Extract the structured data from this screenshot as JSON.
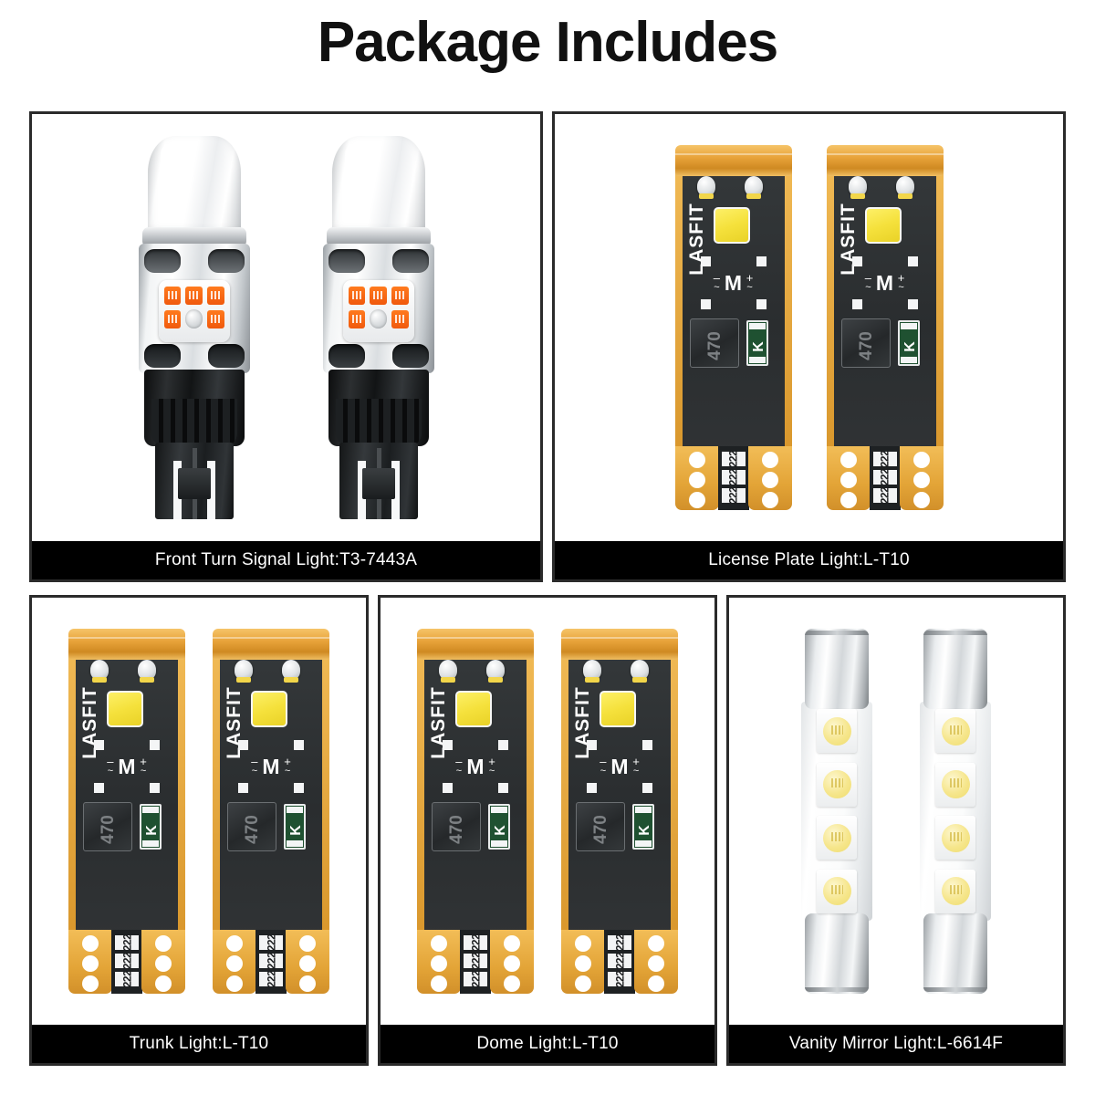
{
  "header": {
    "title": "Package Includes"
  },
  "colors": {
    "background": "#ffffff",
    "panel_border": "#2b2b2b",
    "caption_bg": "#000000",
    "caption_text": "#ffffff",
    "title_text": "#111111",
    "pcb_black": "#2f3234",
    "pcb_gold": "#e8a33a",
    "led_yellow": "#f5e13c",
    "led_amber": "#f4610f",
    "diode_green": "#1f5131",
    "metal_silver": "#d3d7da"
  },
  "panels": [
    {
      "id": "front-turn-signal",
      "caption": "Front Turn Signal Light:T3-7443A",
      "product_type": "7443a-bulb",
      "quantity": 2,
      "bulb": {
        "led_chip_count": 5,
        "led_chip_color": "#f4610f",
        "lens_color": "#ffffff",
        "base_color": "#141617"
      }
    },
    {
      "id": "license-plate",
      "caption": "License Plate Light:L-T10",
      "product_type": "t10-bulb",
      "quantity": 2,
      "bulb": {
        "brand": "LASFIT",
        "emitter_label": "",
        "inductor_label": "470",
        "diode_label": "K",
        "resistor_label": "222",
        "resistor_count": 3,
        "polarity_minus": "–",
        "polarity_plus": "+",
        "polarity_ac": "~",
        "polarity_center": "M",
        "top_dome_count": 2,
        "tab_hole_count": 3
      }
    },
    {
      "id": "trunk",
      "caption": "Trunk Light:L-T10",
      "product_type": "t10-bulb",
      "quantity": 2,
      "bulb": {
        "brand": "LASFIT",
        "emitter_label": "",
        "inductor_label": "470",
        "diode_label": "K",
        "resistor_label": "222",
        "resistor_count": 3,
        "polarity_minus": "–",
        "polarity_plus": "+",
        "polarity_ac": "~",
        "polarity_center": "M",
        "top_dome_count": 2,
        "tab_hole_count": 3
      }
    },
    {
      "id": "dome",
      "caption": "Dome Light:L-T10",
      "product_type": "t10-bulb",
      "quantity": 2,
      "bulb": {
        "brand": "LASFIT",
        "emitter_label": "",
        "inductor_label": "470",
        "diode_label": "K",
        "resistor_label": "222",
        "resistor_count": 3,
        "polarity_minus": "–",
        "polarity_plus": "+",
        "polarity_ac": "~",
        "polarity_center": "M",
        "top_dome_count": 2,
        "tab_hole_count": 3
      }
    },
    {
      "id": "vanity-mirror",
      "caption": "Vanity Mirror Light:L-6614F",
      "product_type": "6614f-festoon",
      "quantity": 2,
      "bulb": {
        "led_chip_count": 4,
        "led_chip_color": "#f6e68c",
        "cap_color": "#d3d7da"
      }
    }
  ]
}
